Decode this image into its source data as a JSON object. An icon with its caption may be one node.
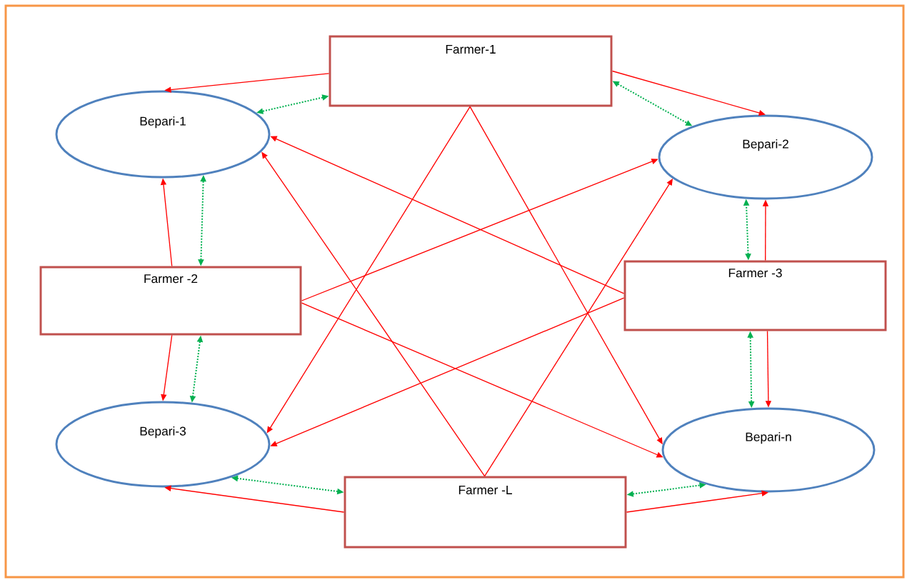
{
  "diagram": {
    "nodes": [
      {
        "text": [
          "Farmer-1"
        ]
      },
      {
        "text": [
          "Bepari-1"
        ]
      },
      {
        "text": [
          "Bepari-2"
        ]
      },
      {
        "text": [
          "Farmer -2"
        ]
      },
      {
        "text": [
          "Farmer -3"
        ]
      },
      {
        "text": [
          "Bepari-3"
        ]
      },
      {
        "text": [
          "Bepari-n"
        ]
      },
      {
        "text": [
          "Farmer -L"
        ]
      }
    ],
    "edges": [
      {
        "from": 0,
        "to": 1,
        "arrow": "to"
      },
      {
        "from": 0,
        "to": 2,
        "arrow": "to"
      },
      {
        "from": 0,
        "to": 5,
        "arrow": "to"
      },
      {
        "from": 0,
        "to": 6,
        "arrow": "to"
      },
      {
        "from": 3,
        "to": 1,
        "arrow": "to"
      },
      {
        "from": 3,
        "to": 5,
        "arrow": "to"
      },
      {
        "from": 3,
        "to": 2,
        "arrow": "to"
      },
      {
        "from": 3,
        "to": 6,
        "arrow": "to"
      },
      {
        "from": 4,
        "to": 2,
        "arrow": "to"
      },
      {
        "from": 4,
        "to": 6,
        "arrow": "to"
      },
      {
        "from": 4,
        "to": 1,
        "arrow": "to"
      },
      {
        "from": 4,
        "to": 5,
        "arrow": "to"
      },
      {
        "from": 7,
        "to": 1,
        "arrow": "to"
      },
      {
        "from": 7,
        "to": 2,
        "arrow": "to"
      },
      {
        "from": 7,
        "to": 5,
        "arrow": "to"
      },
      {
        "from": 7,
        "to": 6,
        "arrow": "to"
      },
      {
        "from": 0,
        "to": 1,
        "arrow": "both",
        "style": "dashed",
        "color": "#00b050"
      },
      {
        "from": 0,
        "to": 2,
        "arrow": "both",
        "style": "dashed",
        "color": "#00b050"
      },
      {
        "from": 3,
        "to": 1,
        "arrow": "both",
        "style": "dashed",
        "color": "#00b050"
      },
      {
        "from": 3,
        "to": 5,
        "arrow": "both",
        "style": "dashed",
        "color": "#00b050"
      },
      {
        "from": 4,
        "to": 2,
        "arrow": "both",
        "style": "dashed",
        "color": "#00b050"
      },
      {
        "from": 4,
        "to": 6,
        "arrow": "both",
        "style": "dashed",
        "color": "#00b050"
      },
      {
        "from": 7,
        "to": 5,
        "arrow": "both",
        "style": "dashed",
        "color": "#00b050"
      },
      {
        "from": 7,
        "to": 6,
        "arrow": "both",
        "style": "dashed",
        "color": "#00b050"
      }
    ]
  }
}
